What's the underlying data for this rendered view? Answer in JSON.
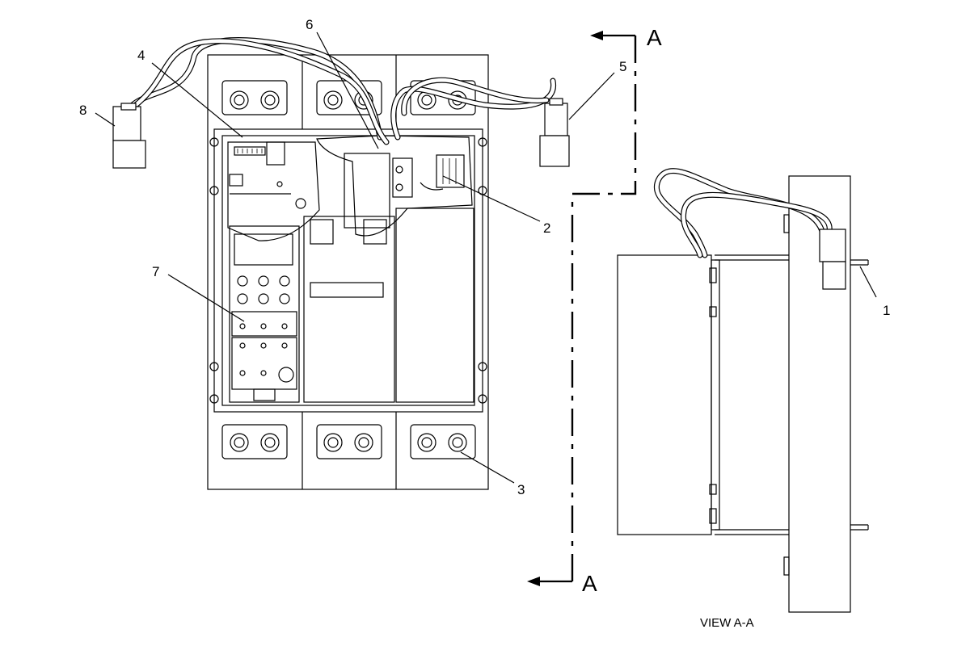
{
  "callouts": {
    "c1": "1",
    "c2": "2",
    "c3": "3",
    "c4": "4",
    "c5": "5",
    "c6": "6",
    "c7": "7",
    "c8": "8"
  },
  "section": {
    "top_letter": "A",
    "bottom_letter": "A"
  },
  "view_caption": "VIEW A-A"
}
